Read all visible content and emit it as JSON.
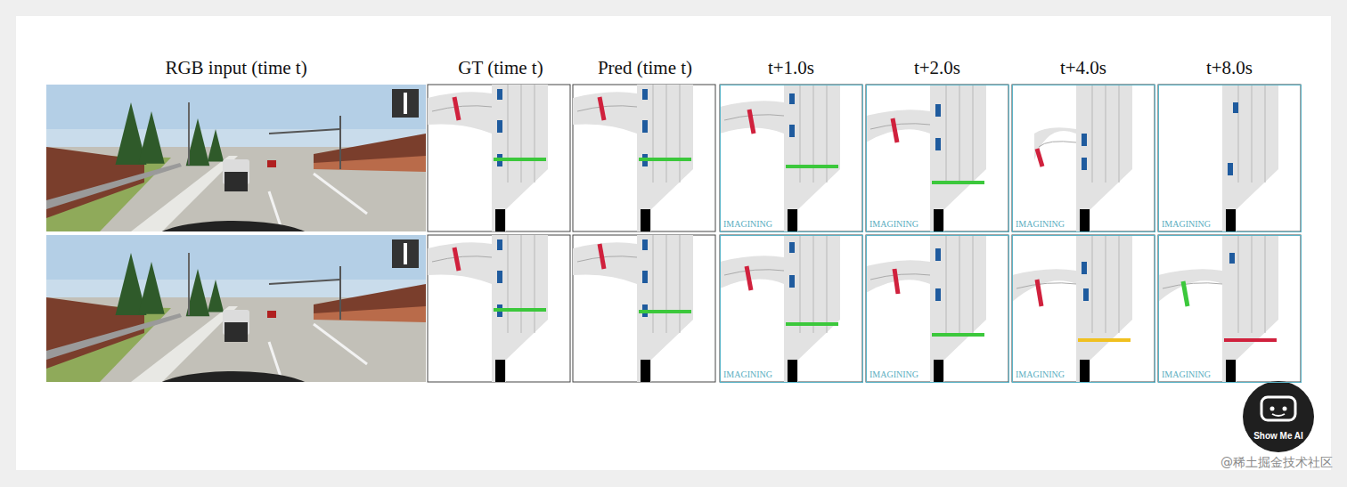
{
  "diagram": {
    "nodes": [
      {
        "text": [
          "IMAGINING"
        ]
      },
      {
        "text": [
          "IMAGINING"
        ]
      },
      {
        "text": [
          "IMAGINING"
        ]
      },
      {
        "text": [
          "IMAGINING"
        ]
      },
      {
        "text": [
          "IMAGINING"
        ]
      },
      {
        "text": [
          "IMAGINING"
        ]
      },
      {
        "text": [
          "IMAGINING"
        ]
      },
      {
        "text": [
          "IMAGINING"
        ]
      }
    ],
    "labels": [
      "RGB input (time t)",
      "GT (time t)",
      "Pred (time t)",
      "t+1.0s",
      "t+2.0s",
      "t+4.0s",
      "t+8.0s",
      "Show Me AI",
      "@稀土掘金技术社区"
    ]
  }
}
